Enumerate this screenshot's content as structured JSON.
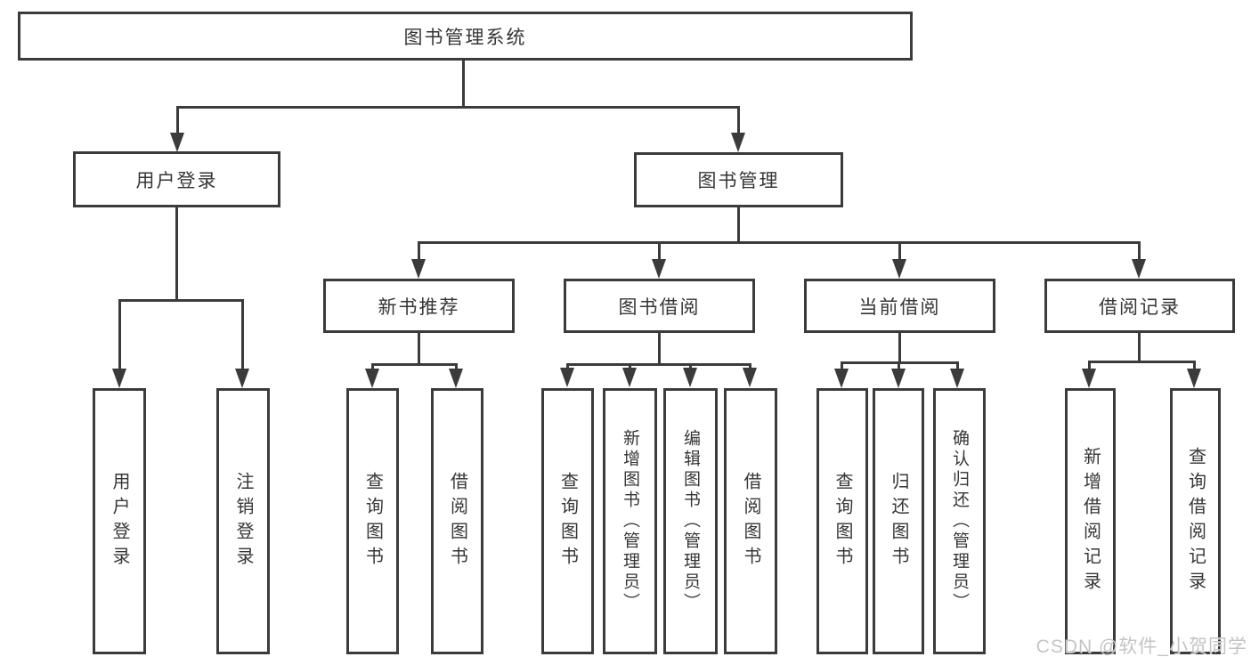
{
  "diagram": {
    "type": "tree-diagram",
    "line_color": "#3b3b3b",
    "box_background": "#ffffff",
    "text_color": "#363636",
    "watermark_color": "#c4c4c4"
  },
  "tree": {
    "label": "图书管理系统",
    "children": [
      {
        "label": "用户登录",
        "children": [
          {
            "label": "用户登录"
          },
          {
            "label": "注销登录"
          }
        ]
      },
      {
        "label": "图书管理",
        "children": [
          {
            "label": "新书推荐",
            "children": [
              {
                "label": "查询图书"
              },
              {
                "label": "借阅图书"
              }
            ]
          },
          {
            "label": "图书借阅",
            "children": [
              {
                "label": "查询图书"
              },
              {
                "label": "新增图书（管理员）"
              },
              {
                "label": "编辑图书（管理员）"
              },
              {
                "label": "借阅图书"
              }
            ]
          },
          {
            "label": "当前借阅",
            "children": [
              {
                "label": "查询图书"
              },
              {
                "label": "归还图书"
              },
              {
                "label": "确认归还（管理员）"
              }
            ]
          },
          {
            "label": "借阅记录",
            "children": [
              {
                "label": "新增借阅记录"
              },
              {
                "label": "查询借阅记录"
              }
            ]
          }
        ]
      }
    ]
  },
  "watermark": {
    "text": "CSDN @软件_小贺同学"
  }
}
